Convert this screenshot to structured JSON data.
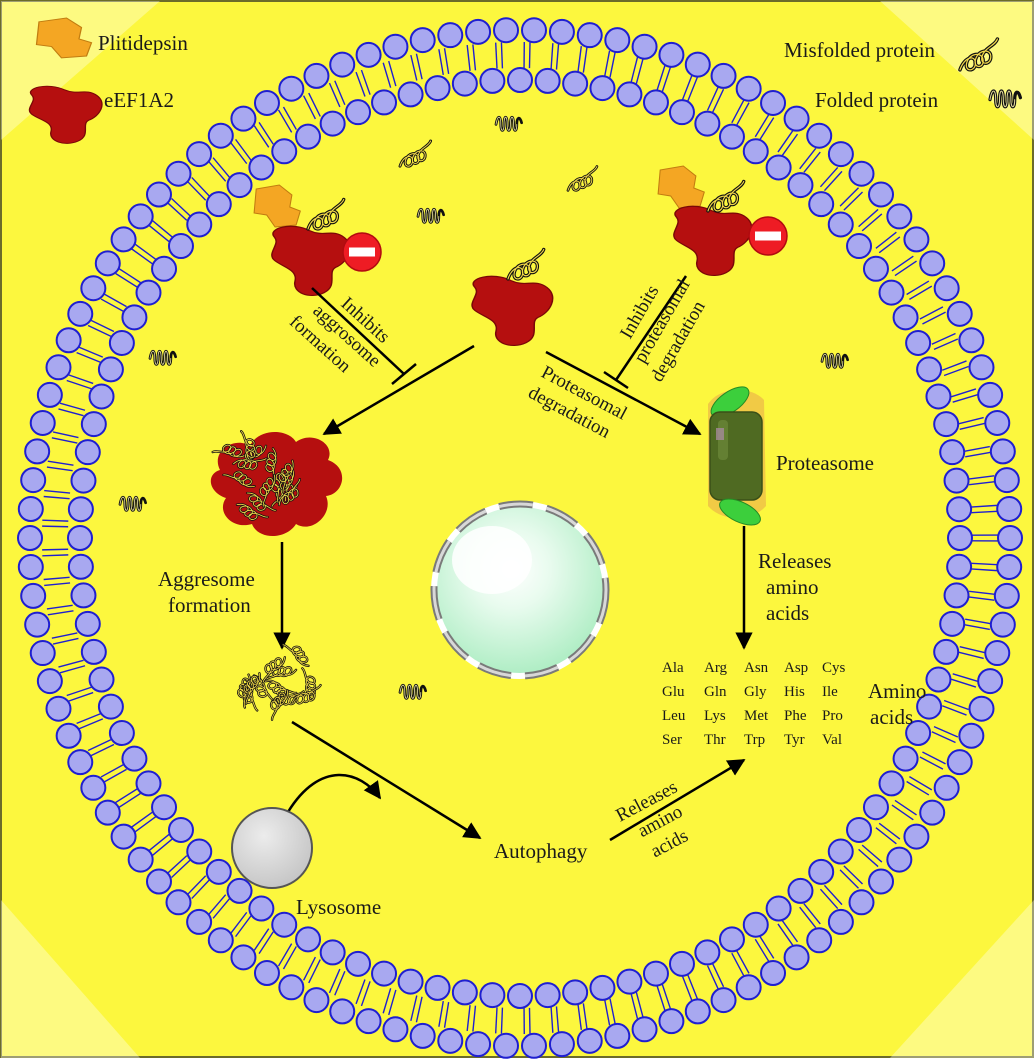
{
  "legend": {
    "plitidepsin": "Plitidepsin",
    "eef1a2": "eEF1A2",
    "misfolded": "Misfolded protein",
    "folded": "Folded protein"
  },
  "labels": {
    "inhibits_aggresome": [
      "Inhibits",
      "aggrosome",
      "formation"
    ],
    "inhibits_proteasomal": [
      "Inhibits",
      "proteasomal",
      "degradation"
    ],
    "proteasomal_degradation": [
      "Proteasomal",
      "degradation"
    ],
    "proteasome": "Proteasome",
    "releases_top": [
      "Releases",
      "amino",
      "acids"
    ],
    "aggresome_formation": [
      "Aggresome",
      "formation"
    ],
    "amino_acids": [
      "Amino",
      "acids"
    ],
    "autophagy": "Autophagy",
    "releases_bottom": [
      "Releases",
      "amino",
      "acids"
    ],
    "lysosome": "Lysosome"
  },
  "amino_acid_table": [
    [
      "Ala",
      "Arg",
      "Asn",
      "Asp",
      "Cys"
    ],
    [
      "Glu",
      "Gln",
      "Gly",
      "His",
      "Ile"
    ],
    [
      "Leu",
      "Lys",
      "Met",
      "Phe",
      "Pro"
    ],
    [
      "Ser",
      "Thr",
      "Trp",
      "Tyr",
      "Val"
    ]
  ],
  "colors": {
    "cytoplasm": "#fcf73e",
    "membrane_head": "#a8a8f0",
    "membrane_stroke": "#1f1fd0",
    "eef1a2": "#b50f0f",
    "plitidepsin": "#f4a623",
    "proteasome_body": "#4f6a22",
    "proteasome_cap": "#3ccf3c",
    "lysosome": "#d6d6d6",
    "nucleus": "#c8f5d2"
  }
}
